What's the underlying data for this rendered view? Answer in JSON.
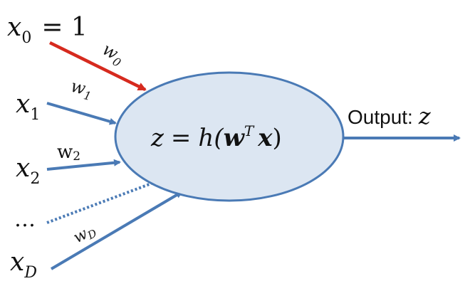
{
  "colors": {
    "node_fill": "#dce6f2",
    "node_stroke": "#4a7ab5",
    "edge": "#4a7ab5",
    "bias_edge": "#d62a1e",
    "text": "#111111"
  },
  "inputs": {
    "x0": {
      "var": "x",
      "sub": "0",
      "suffix": "= 1"
    },
    "x1": {
      "var": "x",
      "sub": "1"
    },
    "x2": {
      "var": "x",
      "sub": "2"
    },
    "ellipsis": "…",
    "xD": {
      "var": "x",
      "sub": "D"
    }
  },
  "weights": {
    "w0": {
      "var": "w",
      "sub": "0"
    },
    "w1": {
      "var": "w",
      "sub": "1"
    },
    "w2": {
      "var": "w",
      "sub": "2"
    },
    "wD": {
      "var": "w",
      "sub": "D"
    }
  },
  "node": {
    "lhs": "z",
    "equals": "=",
    "func": "h(",
    "w": "w",
    "T": "T",
    "x": "x",
    "close": ")"
  },
  "output": {
    "label": "Output:",
    "var": "z"
  }
}
